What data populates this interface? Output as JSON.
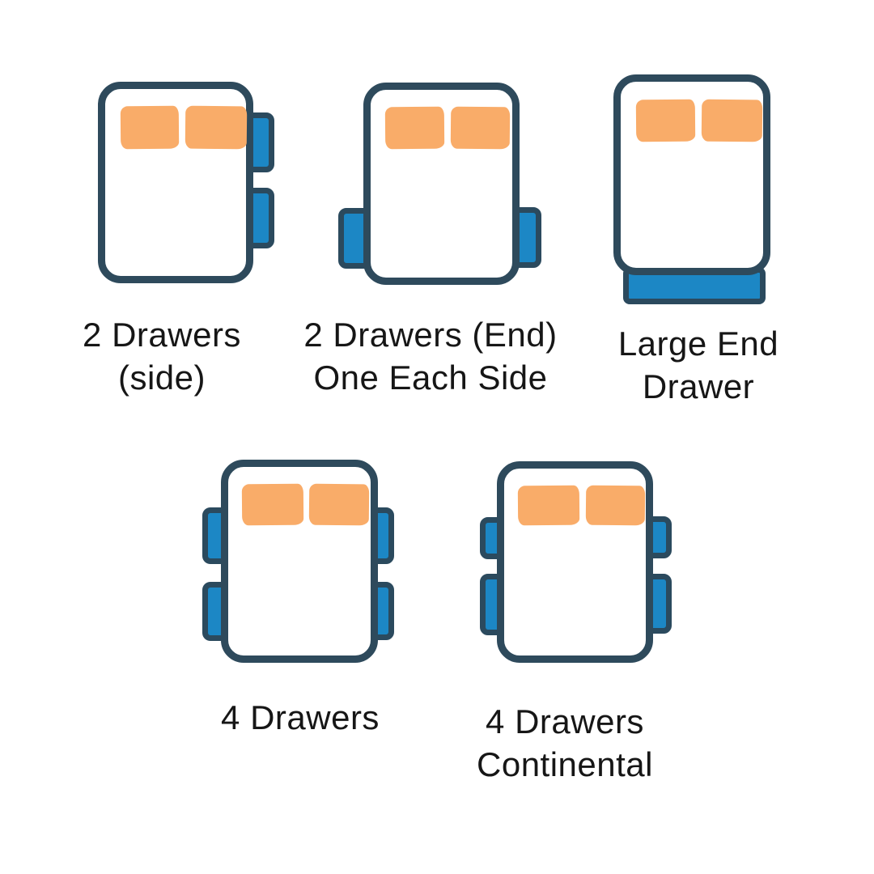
{
  "page": {
    "background_color": "#ffffff",
    "description": "Bed storage drawer configuration options diagram"
  },
  "colors": {
    "bed_outline": "#2e4a5c",
    "drawer_fill": "#1c87c5",
    "drawer_outline": "#2b4a5e",
    "pillow_fill": "#f9ac69",
    "label_text": "#161616"
  },
  "figures": [
    {
      "id": "two-drawers-side",
      "label_lines": [
        "2 Drawers",
        "(side)"
      ],
      "drawer_count": 2,
      "drawer_placement": "both on right side"
    },
    {
      "id": "two-drawers-end-one-each-side",
      "label_lines": [
        "2 Drawers (End)",
        "One Each Side"
      ],
      "drawer_count": 2,
      "drawer_placement": "one each side near foot end"
    },
    {
      "id": "large-end-drawer",
      "label_lines": [
        "Large End",
        "Drawer"
      ],
      "drawer_count": 1,
      "drawer_placement": "single large drawer at foot end"
    },
    {
      "id": "four-drawers",
      "label_lines": [
        "4 Drawers"
      ],
      "drawer_count": 4,
      "drawer_placement": "two each side, equal size"
    },
    {
      "id": "four-drawers-continental",
      "label_lines": [
        "4 Drawers",
        "Continental"
      ],
      "drawer_count": 4,
      "drawer_placement": "two each side, short upper and long lower"
    }
  ]
}
